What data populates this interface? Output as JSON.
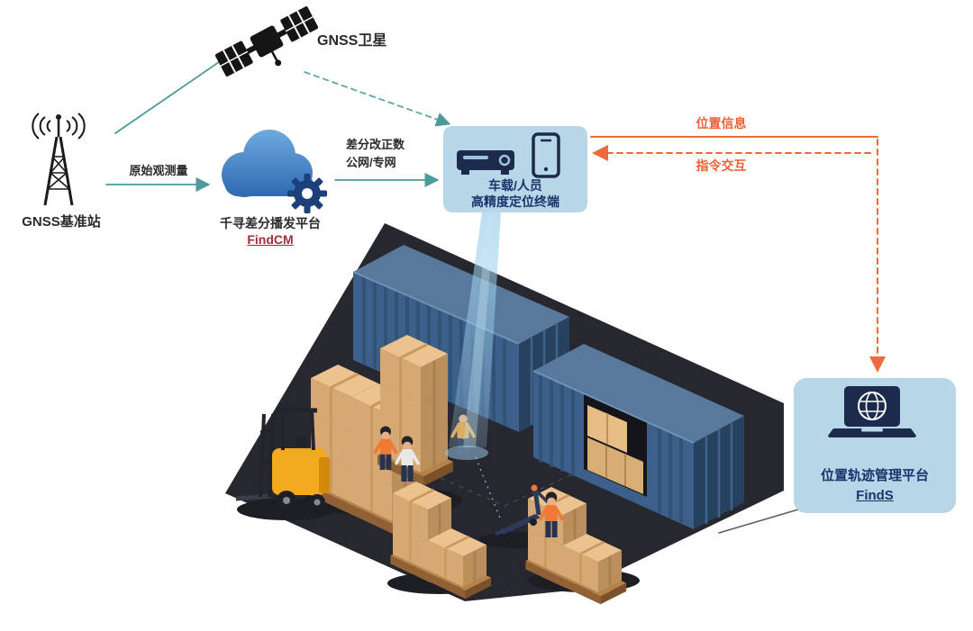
{
  "labels": {
    "satellite": "GNSS卫星",
    "base_station": "GNSS基准站",
    "raw_observation": "原始观测量",
    "cloud_platform_name": "千寻差分播发平台",
    "cloud_platform_product": "FindCM",
    "diff_correction": "差分改正数",
    "network_type": "公网/专网",
    "terminal_line1": "车载/人员",
    "terminal_line2": "高精度定位终端",
    "position_info": "位置信息",
    "command_interaction": "指令交互",
    "platform_name": "位置轨迹管理平台",
    "platform_product": "FindS"
  },
  "icons": {
    "satellite": "satellite-icon",
    "base_station": "radio-tower-icon",
    "cloud": "cloud-gear-icon",
    "terminal_receiver": "vehicle-terminal-icon",
    "terminal_phone": "smartphone-icon",
    "platform": "laptop-globe-icon",
    "scene": "warehouse-isometric-illustration"
  },
  "colors": {
    "teal_arrow": "#4e999b",
    "orange_arrow": "#ee6a3c",
    "panel_blue": "#b7d7e8",
    "navy_text": "#17356b",
    "findcm_red": "#9e2f37",
    "cloud_blue": "#2b66b0",
    "floor_dark": "#27272f",
    "container_blue": "#3c608a",
    "box_tan": "#d6a873",
    "forklift_yellow": "#f2a91e"
  }
}
